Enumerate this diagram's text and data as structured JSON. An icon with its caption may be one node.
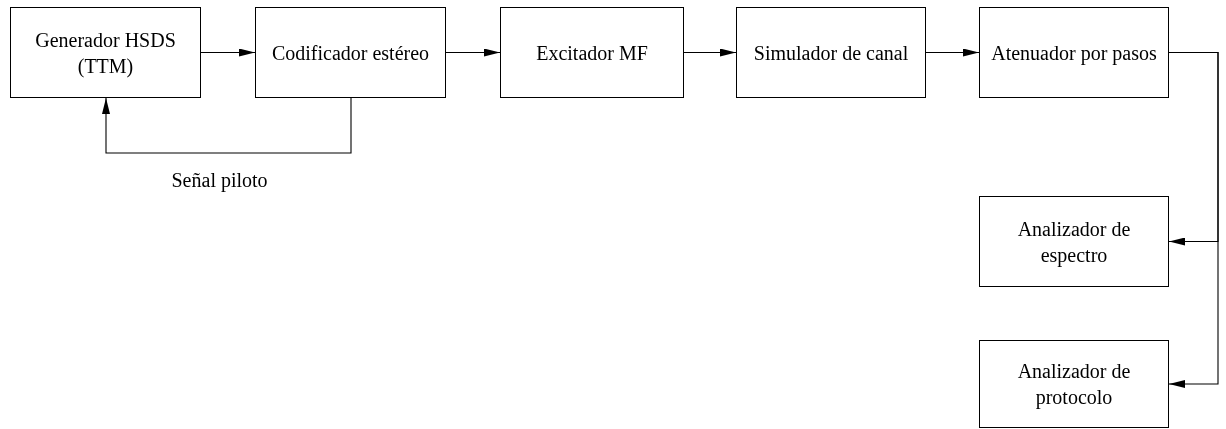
{
  "diagram": {
    "nodes": [
      {
        "text": [
          "Generador HSDS (TTM)"
        ]
      },
      {
        "text": [
          "Codificador estéreo"
        ]
      },
      {
        "text": [
          "Excitador MF"
        ]
      },
      {
        "text": [
          "Simulador de canal"
        ]
      },
      {
        "text": [
          "Atenuador por pasos"
        ]
      },
      {
        "text": [
          "Analizador de espectro"
        ]
      },
      {
        "text": [
          "Analizador de protocolo"
        ]
      }
    ],
    "edges": [
      {
        "from": 0,
        "to": 1,
        "arrow": "to"
      },
      {
        "from": 1,
        "to": 2,
        "arrow": "to"
      },
      {
        "from": 2,
        "to": 3,
        "arrow": "to"
      },
      {
        "from": 3,
        "to": 4,
        "arrow": "to"
      },
      {
        "from": 1,
        "to": 0,
        "arrow": "to",
        "label": "Señal piloto"
      },
      {
        "from": 4,
        "to": 5,
        "arrow": "to"
      },
      {
        "from": 4,
        "to": 6,
        "arrow": "to"
      }
    ]
  }
}
